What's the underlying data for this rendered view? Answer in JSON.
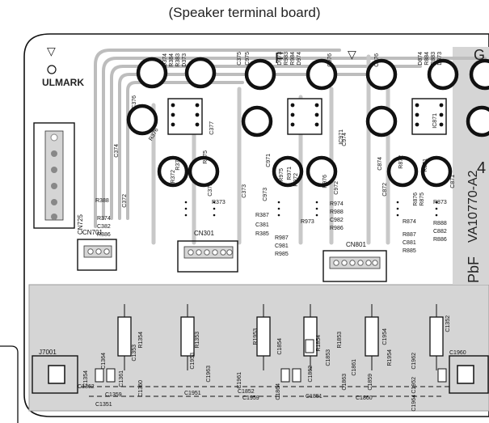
{
  "title": "(Speaker terminal board)",
  "board_markers": [
    "▽",
    "F",
    "▽",
    "G",
    "4"
  ],
  "board_text": {
    "mark": "ULMARK",
    "pbf": "PbF",
    "part_code": "VA10770-A2"
  },
  "connectors": [
    "CN701",
    "CN301",
    "CN801",
    "CN725",
    "J7001"
  ],
  "component_labels": [
    "D374",
    "R384",
    "R383",
    "D373",
    "C375",
    "C975",
    "D973",
    "R983",
    "R984",
    "D974",
    "C976",
    "C876",
    "D874",
    "R884",
    "R883",
    "D873",
    "C376",
    "C377",
    "C374",
    "R376",
    "R371",
    "R375",
    "R372",
    "C371",
    "C372",
    "R388",
    "R374",
    "C382",
    "R386",
    "R373",
    "R387",
    "C381",
    "R385",
    "C373",
    "C973",
    "C971",
    "R975",
    "R971",
    "R972",
    "R976",
    "C972",
    "C974",
    "IC971",
    "R973",
    "R974",
    "R988",
    "C982",
    "R986",
    "R987",
    "C981",
    "R985",
    "C871",
    "R871",
    "R872",
    "C872",
    "C874",
    "R876",
    "R875",
    "IC871",
    "R873",
    "R874",
    "R888",
    "C882",
    "R886",
    "R887",
    "C881",
    "R885",
    "C1354",
    "C1364",
    "R1354",
    "C1353",
    "R1353",
    "C1953",
    "R1953",
    "C1854",
    "R1854",
    "C1853",
    "R1853",
    "C1954",
    "R1954",
    "C1352",
    "C1362",
    "C1351",
    "C1361",
    "C1360",
    "C1359",
    "C1951",
    "C1963",
    "C1961",
    "C1959",
    "C1852",
    "C1864",
    "C1862",
    "C1851",
    "C1863",
    "C1861",
    "C1859",
    "C1860",
    "C1952",
    "C1962",
    "C1964",
    "C1960"
  ]
}
